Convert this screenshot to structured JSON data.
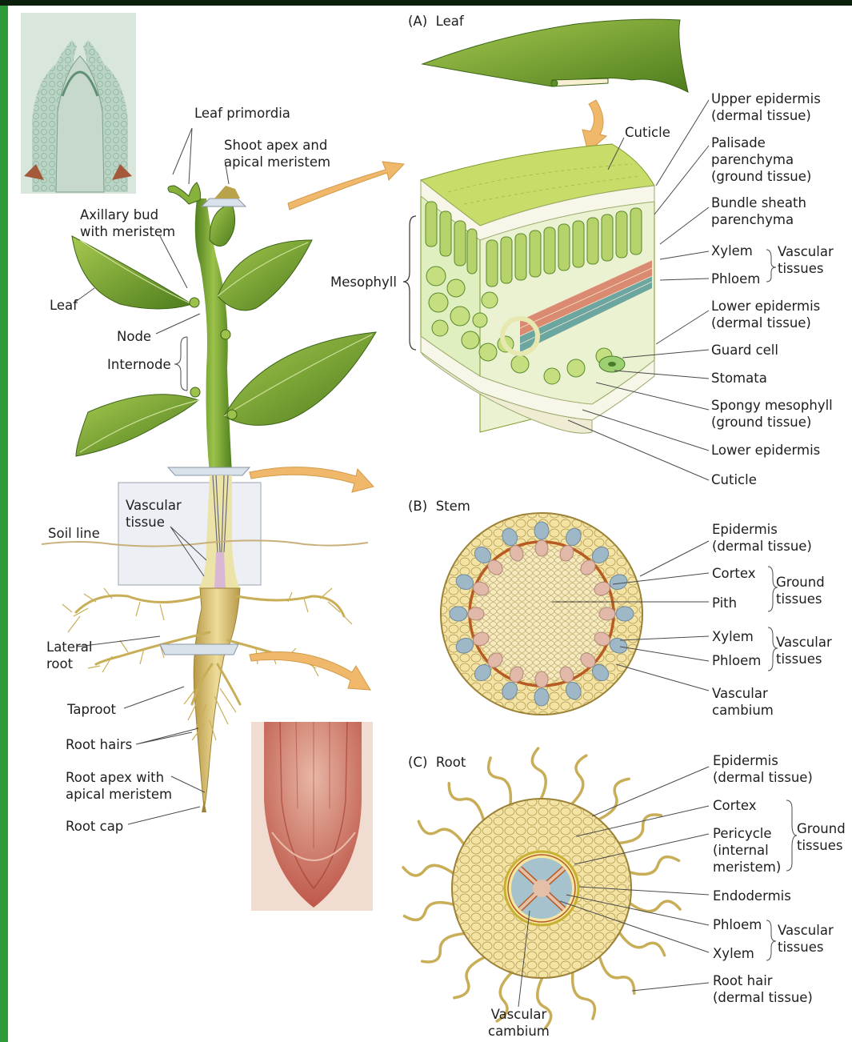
{
  "panels": {
    "leaf_title": {
      "letter": "(A)",
      "name": "Leaf"
    },
    "stem_title": {
      "letter": "(B)",
      "name": "Stem"
    },
    "root_title": {
      "letter": "(C)",
      "name": "Root"
    }
  },
  "plant_labels": {
    "leaf_primordia": "Leaf primordia",
    "shoot_apex": [
      "Shoot apex and",
      "apical meristem"
    ],
    "axillary_bud": [
      "Axillary bud",
      "with meristem"
    ],
    "leaf": "Leaf",
    "node": "Node",
    "internode": "Internode",
    "vascular_tissue": [
      "Vascular",
      "tissue"
    ],
    "soil_line": "Soil line",
    "lateral_root": [
      "Lateral",
      "root"
    ],
    "taproot": "Taproot",
    "root_hairs": "Root hairs",
    "root_apex": [
      "Root apex with",
      "apical meristem"
    ],
    "root_cap": "Root cap"
  },
  "leaf_labels": {
    "cuticle_top": "Cuticle",
    "mesophyll": "Mesophyll",
    "upper_epidermis": [
      "Upper epidermis",
      "(dermal tissue)"
    ],
    "palisade": [
      "Palisade",
      "parenchyma",
      "(ground tissue)"
    ],
    "bundle_sheath": [
      "Bundle sheath",
      "parenchyma"
    ],
    "xylem": "Xylem",
    "phloem": "Phloem",
    "vascular_tissues": [
      "Vascular",
      "tissues"
    ],
    "lower_epidermis_dermal": [
      "Lower epidermis",
      "(dermal tissue)"
    ],
    "guard_cell": "Guard cell",
    "stomata": "Stomata",
    "spongy": [
      "Spongy mesophyll",
      "(ground tissue)"
    ],
    "lower_epidermis": "Lower epidermis",
    "cuticle_bottom": "Cuticle"
  },
  "stem_labels": {
    "epidermis": [
      "Epidermis",
      "(dermal tissue)"
    ],
    "cortex": "Cortex",
    "pith": "Pith",
    "ground_tissues": [
      "Ground",
      "tissues"
    ],
    "xylem": "Xylem",
    "phloem": "Phloem",
    "vascular_tissues": [
      "Vascular",
      "tissues"
    ],
    "vascular_cambium": [
      "Vascular",
      "cambium"
    ]
  },
  "root_labels": {
    "epidermis": [
      "Epidermis",
      "(dermal tissue)"
    ],
    "cortex": "Cortex",
    "pericycle": [
      "Pericycle",
      "(internal",
      "meristem)"
    ],
    "ground_tissues": [
      "Ground",
      "tissues"
    ],
    "endodermis": "Endodermis",
    "phloem": "Phloem",
    "xylem": "Xylem",
    "vascular_tissues": [
      "Vascular",
      "tissues"
    ],
    "root_hair": [
      "Root hair",
      "(dermal tissue)"
    ],
    "vascular_cambium": [
      "Vascular",
      "cambium"
    ]
  },
  "colors": {
    "frame_green": "#2e9a3a",
    "leaf_green": "#7fb23a",
    "stem_green": "#6d9d2c",
    "tissue_yellow": "#f2e3a2",
    "cambium_orange": "#c0602a",
    "xylem_pink": "#e2b8a8",
    "phloem_blue": "#9fb8c8",
    "arrow_orange": "#f0b86a",
    "root_tan": "#d9c27a",
    "micro_red": "#c85a48"
  }
}
